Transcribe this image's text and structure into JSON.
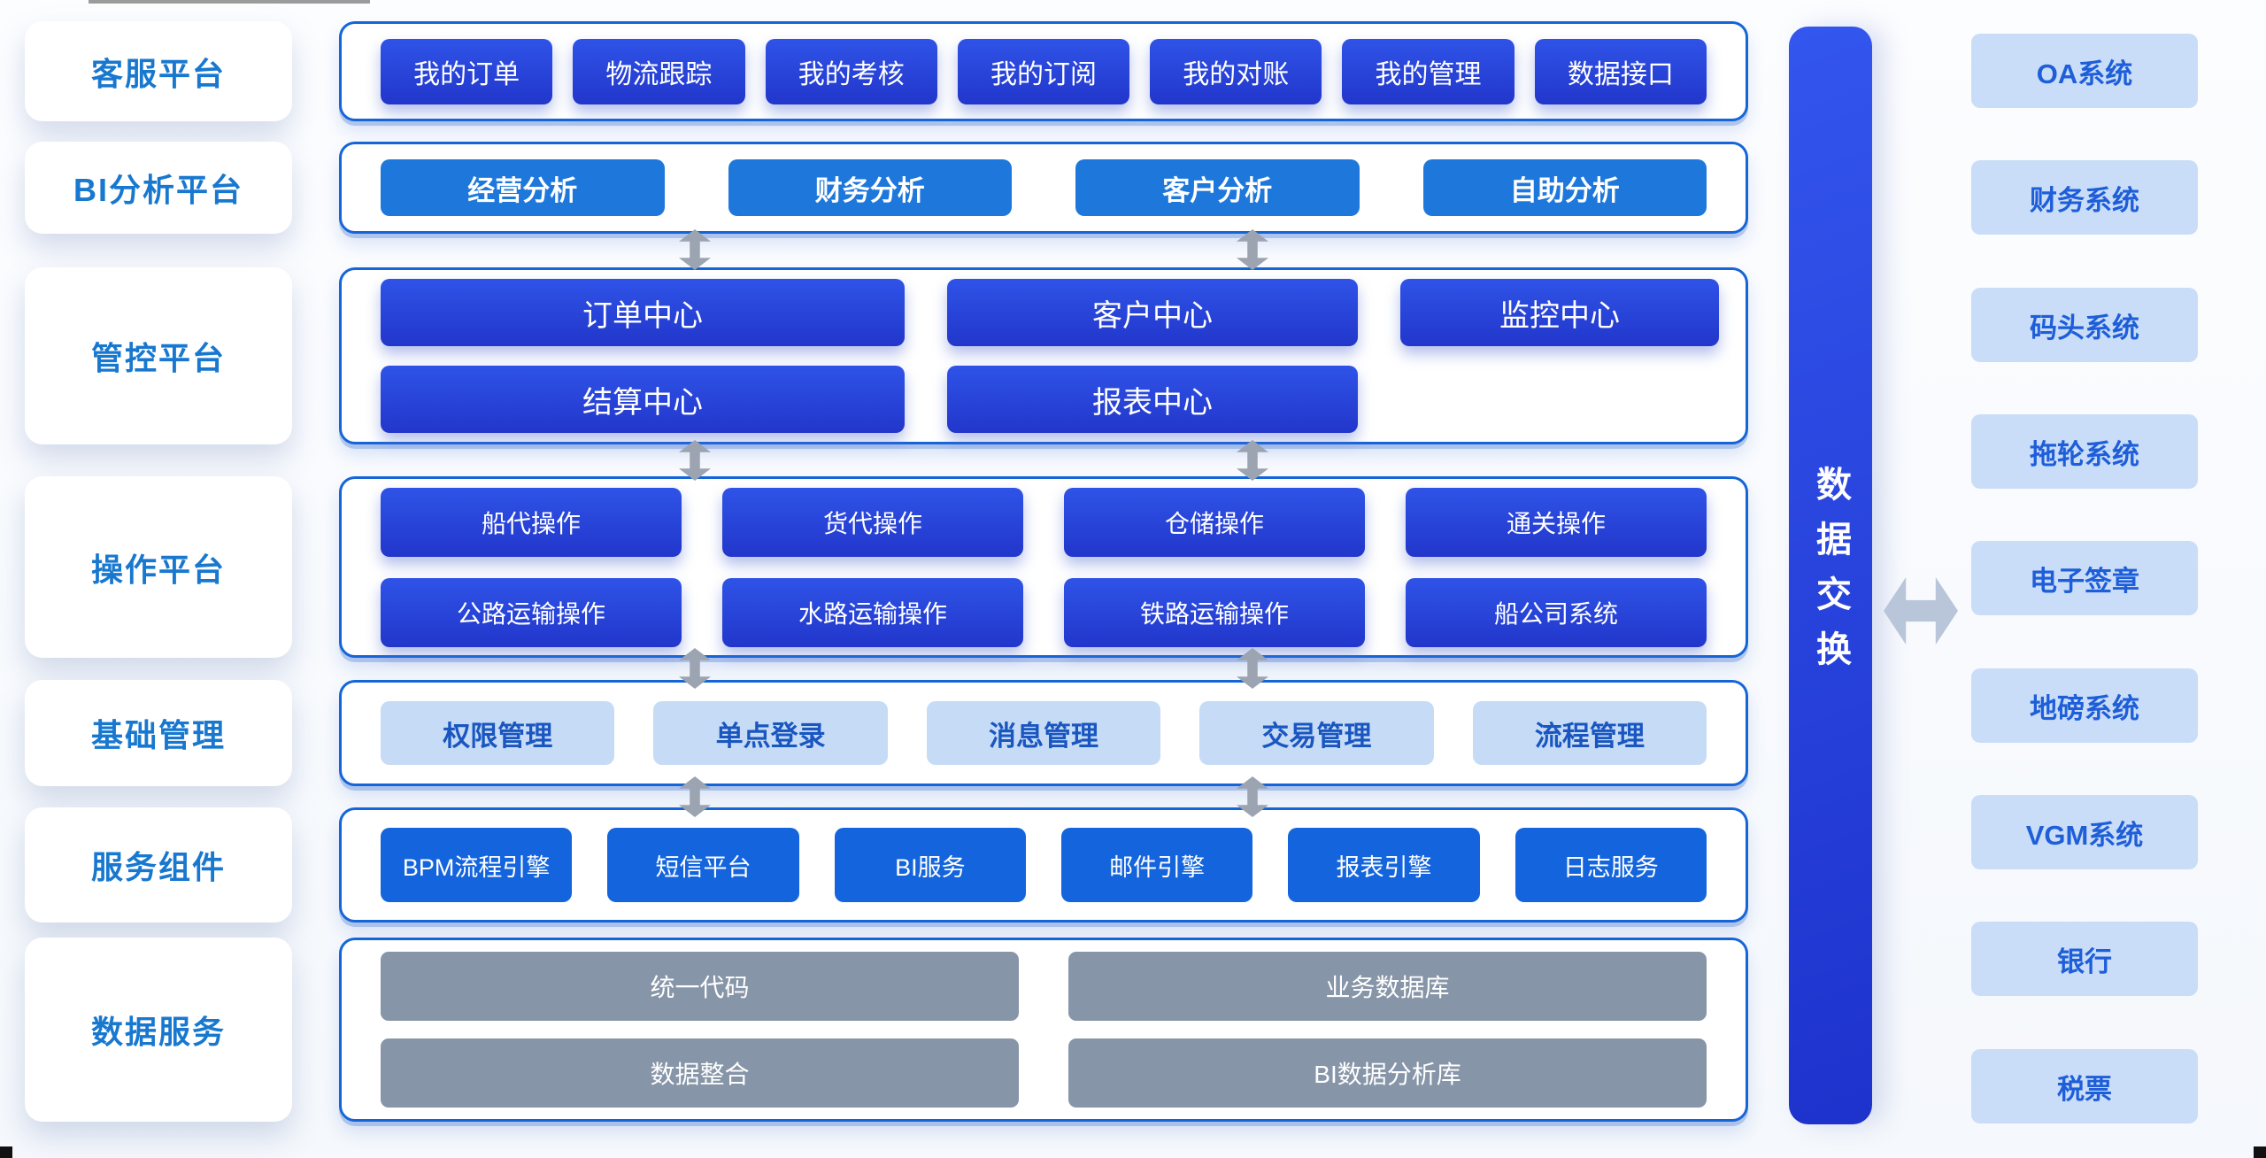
{
  "diagram": {
    "left_platforms": [
      "客服平台",
      "BI分析平台",
      "管控平台",
      "操作平台",
      "基础管理",
      "服务组件",
      "数据服务"
    ],
    "layers": {
      "customer_service": [
        "我的订单",
        "物流跟踪",
        "我的考核",
        "我的订阅",
        "我的对账",
        "我的管理",
        "数据接口"
      ],
      "bi_analysis": [
        "经营分析",
        "财务分析",
        "客户分析",
        "自助分析"
      ],
      "control": [
        "订单中心",
        "客户中心",
        "监控中心",
        "结算中心",
        "报表中心"
      ],
      "operation": [
        "船代操作",
        "货代操作",
        "仓储操作",
        "通关操作",
        "公路运输操作",
        "水路运输操作",
        "铁路运输操作",
        "船公司系统"
      ],
      "base_management": [
        "权限管理",
        "单点登录",
        "消息管理",
        "交易管理",
        "流程管理"
      ],
      "service_components": [
        "BPM流程引擎",
        "短信平台",
        "BI服务",
        "邮件引擎",
        "报表引擎",
        "日志服务"
      ],
      "data_service": [
        "统一代码",
        "业务数据库",
        "数据整合",
        "BI数据分析库"
      ]
    },
    "exchange": {
      "label": "数据交换"
    },
    "external_systems": [
      "OA系统",
      "财务系统",
      "码头系统",
      "拖轮系统",
      "电子签章",
      "地磅系统",
      "VGM系统",
      "银行",
      "税票"
    ],
    "colors": {
      "royal_button": "#2742db",
      "azure_button": "#1e78db",
      "component_button": "#1465dd",
      "light_button_bg": "#c6dbf6",
      "light_button_text": "#1956c0",
      "gray_button": "#8795a8",
      "container_border": "#1565d8",
      "platform_text": "#1878cf",
      "external_bg": "#c9ddf8",
      "external_text": "#1e5ed8",
      "arrow_gray": "#9ba4b0",
      "arrow_blue_gray": "#b9c6d9"
    }
  }
}
